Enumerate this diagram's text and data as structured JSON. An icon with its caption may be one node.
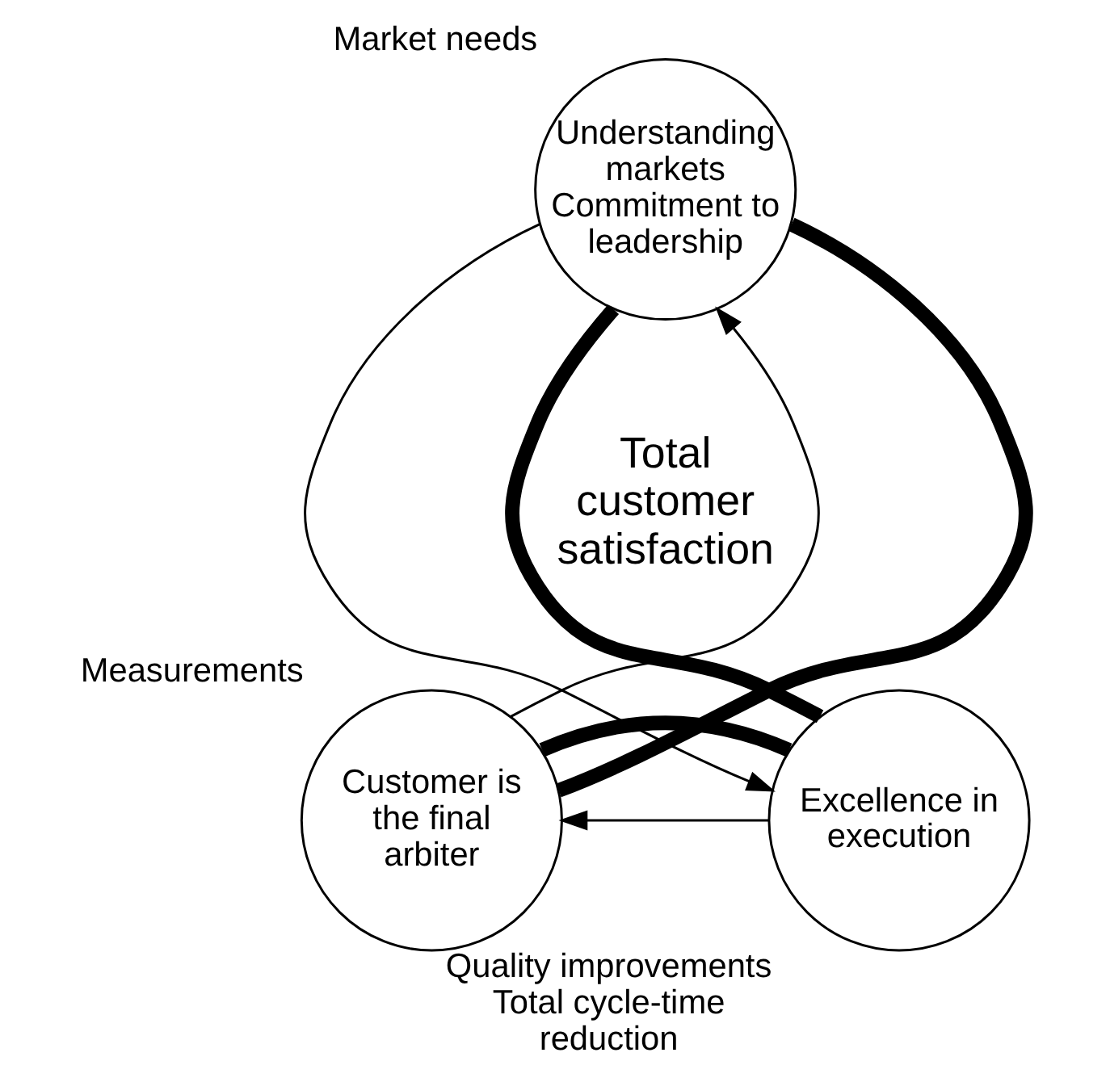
{
  "diagram": {
    "nodes": [
      {
        "text": [
          "Understanding markets Commitment to leadership"
        ],
        "beside": [
          "Market needs"
        ]
      },
      {
        "text": [
          "Excellence in execution"
        ],
        "beside": [
          "Quality improvements",
          "Total cycle-time reduction"
        ]
      },
      {
        "text": [
          "Customer is the final arbiter"
        ],
        "beside": [
          "Measurements"
        ]
      }
    ],
    "edges": [
      {
        "from": 0,
        "to": 1,
        "arrow": "to"
      },
      {
        "from": 1,
        "to": 2,
        "arrow": "to"
      },
      {
        "from": 2,
        "to": 0,
        "arrow": "to"
      },
      {
        "from": 0,
        "to": 1,
        "arrow": "none",
        "style": "thick"
      },
      {
        "from": 1,
        "to": 2,
        "arrow": "none",
        "style": "thick"
      },
      {
        "from": 2,
        "to": 0,
        "arrow": "none",
        "style": "thick"
      }
    ],
    "labels": [
      "Total customer satisfaction"
    ]
  }
}
